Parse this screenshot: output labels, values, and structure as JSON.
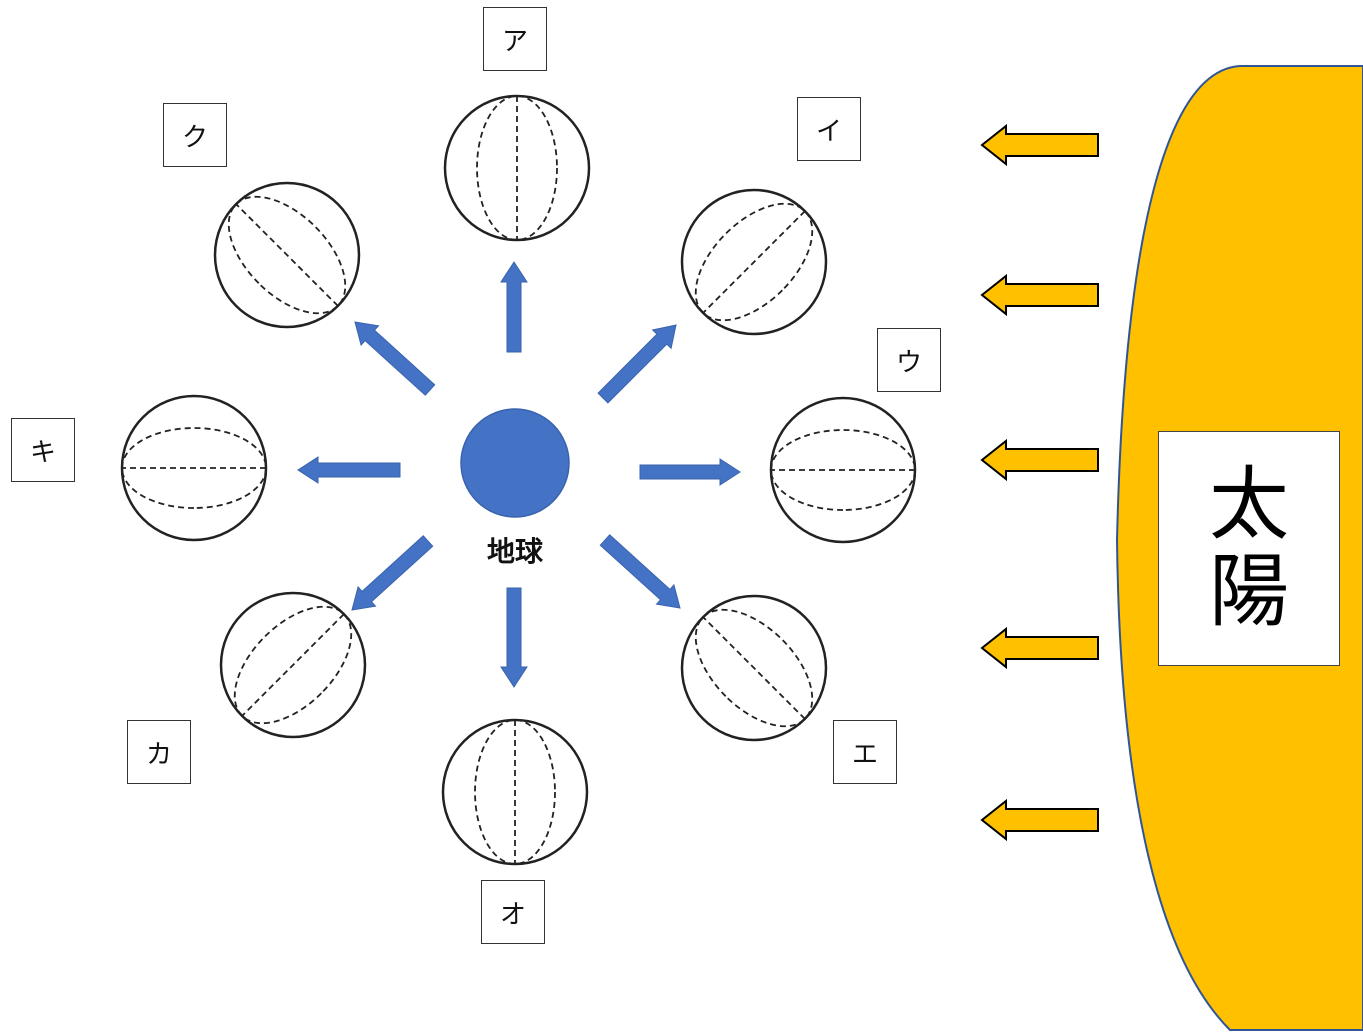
{
  "colors": {
    "sun_fill": "#FFC000",
    "sun_border": "#2F5597",
    "earth_fill": "#4472C4",
    "direction_arrow": "#4472C4",
    "sunlight_arrow_fill": "#FFC000",
    "sunlight_arrow_stroke": "#000000",
    "sphere_line": "#222222"
  },
  "earth": {
    "label": "地球"
  },
  "sun": {
    "label_line1": "太",
    "label_line2": "陽"
  },
  "positions": [
    {
      "label": "ア",
      "direction": "up",
      "icon": "globe-sphere-icon"
    },
    {
      "label": "イ",
      "direction": "up-right",
      "icon": "globe-sphere-icon"
    },
    {
      "label": "ウ",
      "direction": "right",
      "icon": "globe-sphere-icon"
    },
    {
      "label": "エ",
      "direction": "down-right",
      "icon": "globe-sphere-icon"
    },
    {
      "label": "オ",
      "direction": "down",
      "icon": "globe-sphere-icon"
    },
    {
      "label": "カ",
      "direction": "down-left",
      "icon": "globe-sphere-icon"
    },
    {
      "label": "キ",
      "direction": "left",
      "icon": "globe-sphere-icon"
    },
    {
      "label": "ク",
      "direction": "up-left",
      "icon": "globe-sphere-icon"
    }
  ],
  "sunlight_arrows": {
    "count": 5,
    "direction": "left",
    "icon": "sunlight-arrow-icon"
  }
}
